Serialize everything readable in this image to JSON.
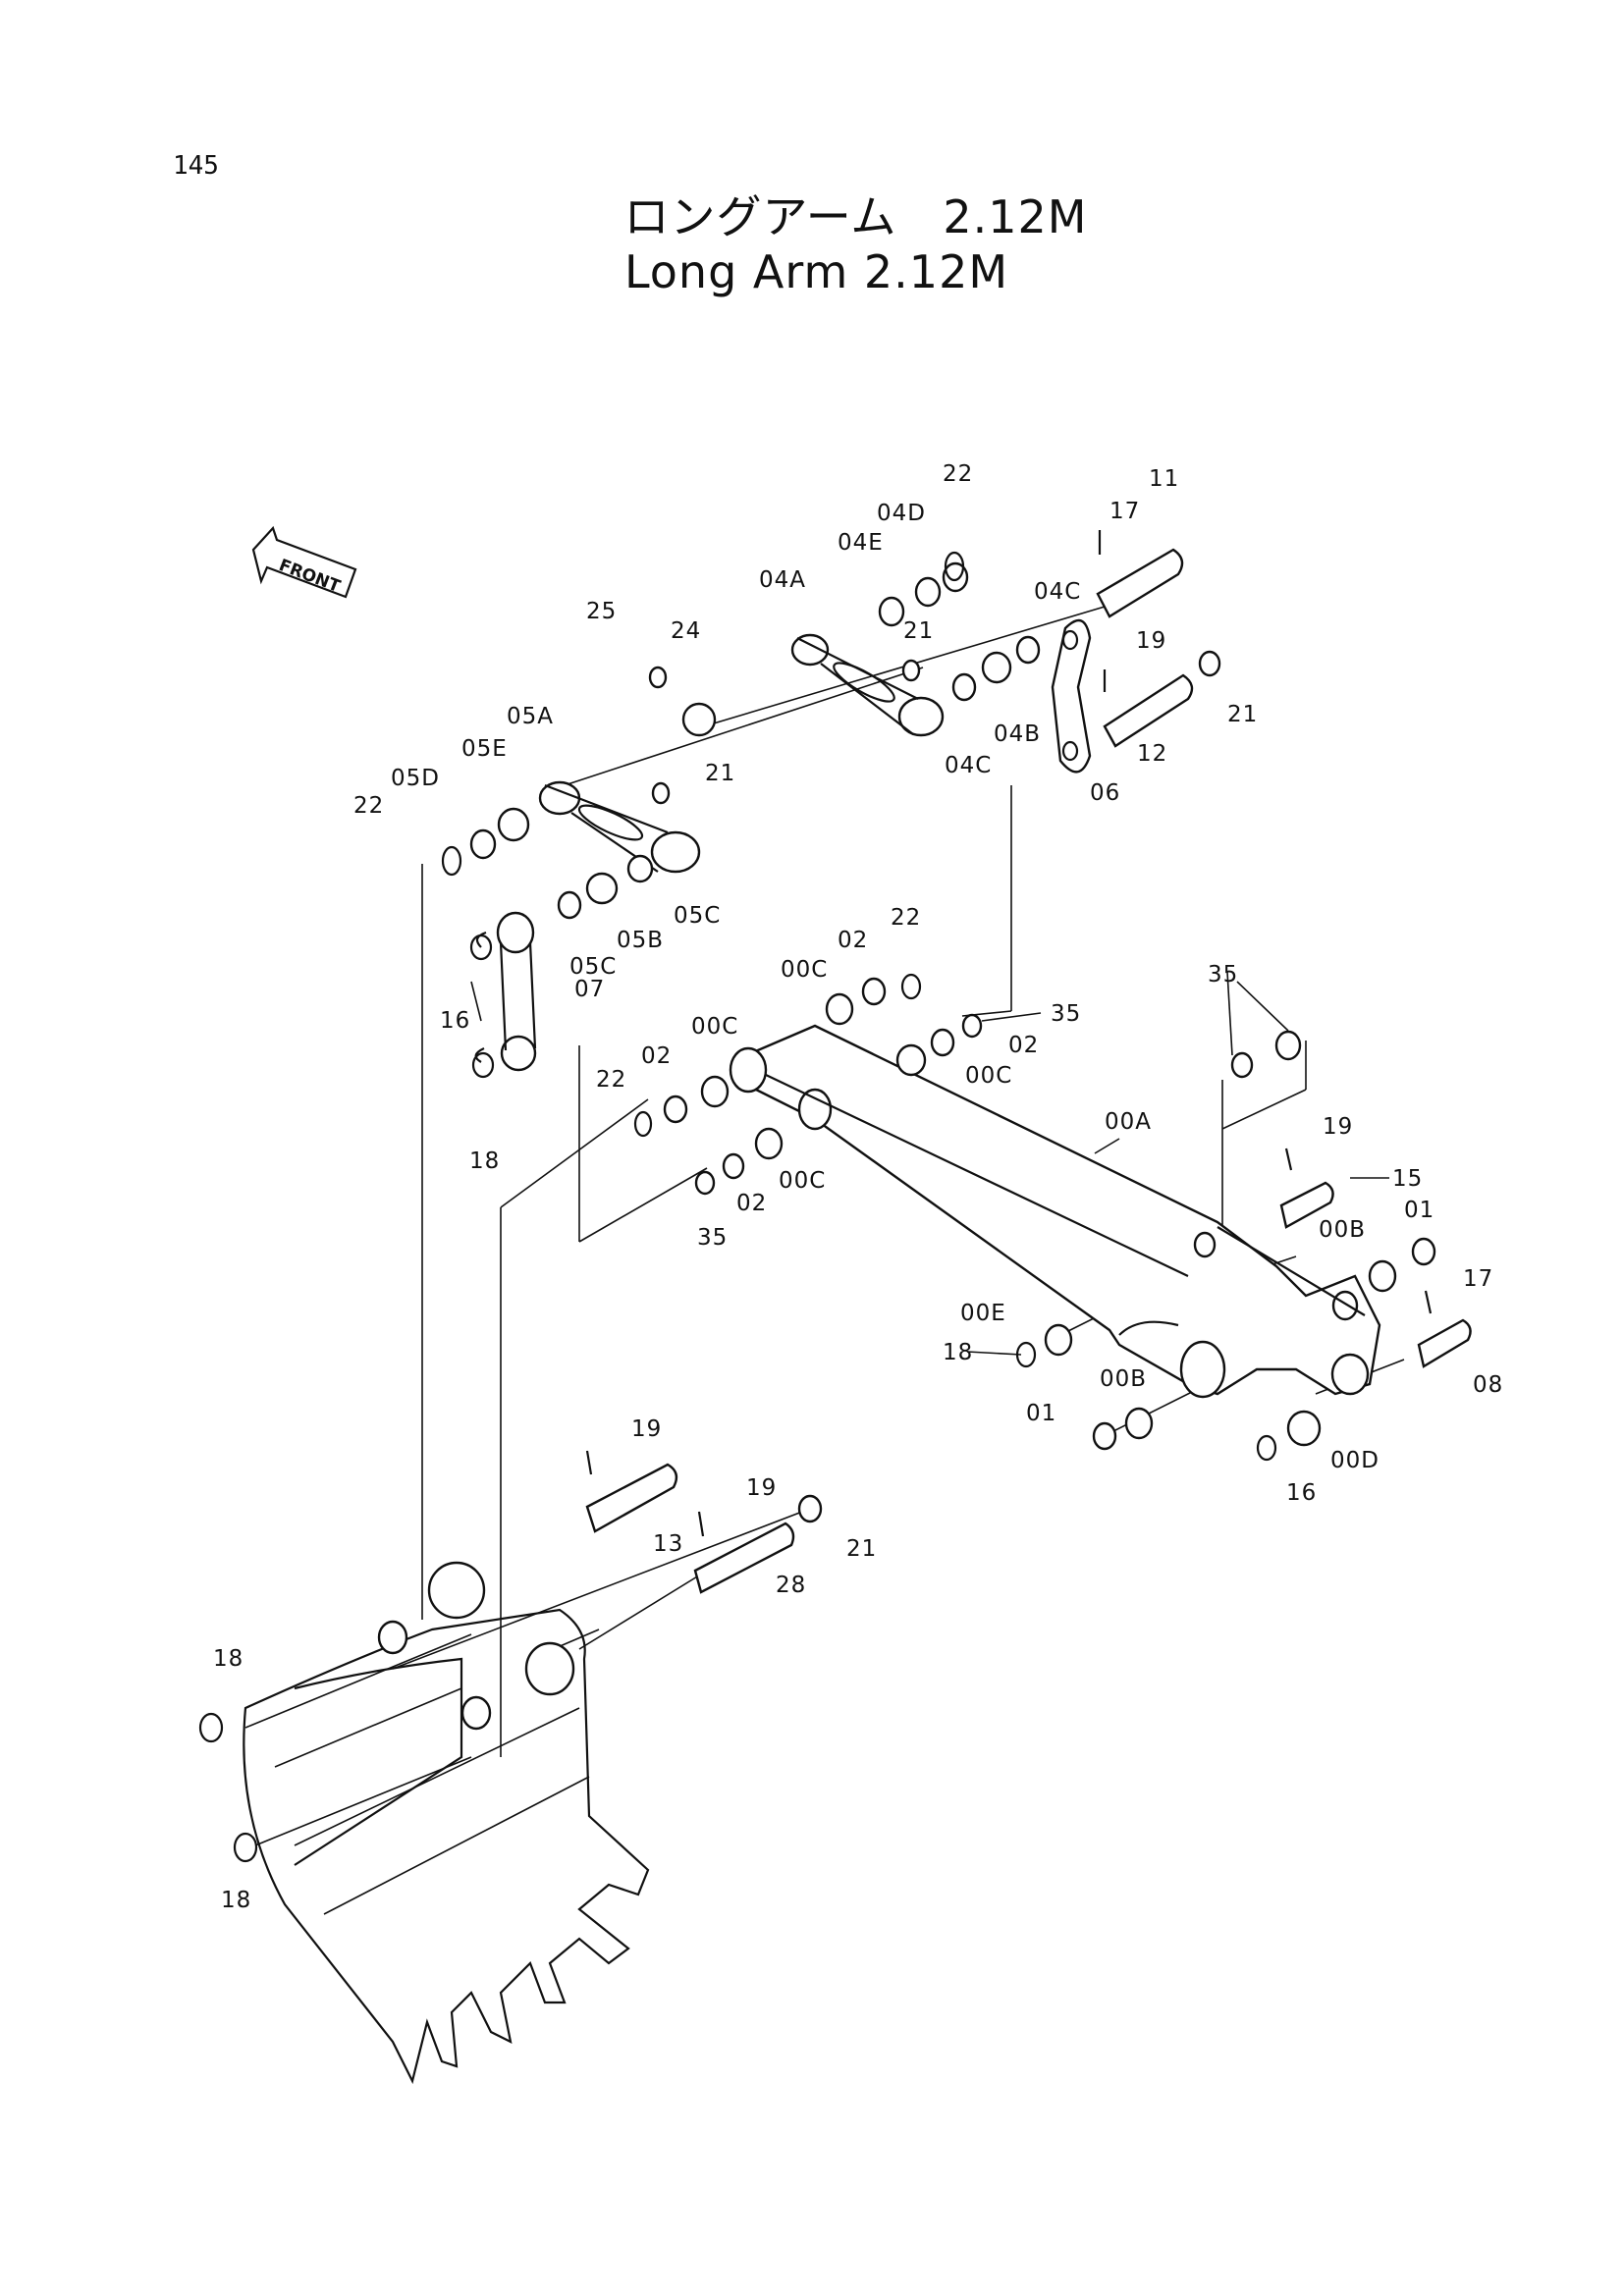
{
  "page_number": "145",
  "title_jp": "ロングアーム　2.12M",
  "title_en": "Long Arm 2.12M",
  "front_marker": "FRONT",
  "labels": {
    "l11": "11",
    "l17a": "17",
    "l22a": "22",
    "l04D": "04D",
    "l04E": "04E",
    "l04A": "04A",
    "l04C_top": "04C",
    "l19a": "19",
    "l21a": "21",
    "l21b": "21",
    "l25": "25",
    "l24": "24",
    "l05A": "05A",
    "l05E": "05E",
    "l05D": "05D",
    "l22b": "22",
    "l21c": "21",
    "l04B": "04B",
    "l04C_low": "04C",
    "l12": "12",
    "l06": "06",
    "l05C_a": "05C",
    "l05B": "05B",
    "l05C_b": "05C",
    "l07": "07",
    "l16a": "16",
    "l22c": "22",
    "l00C_a": "00C",
    "l02_a": "02",
    "l35a": "35",
    "l02_b": "02",
    "l00C_b": "00C",
    "l35b": "35",
    "l00C_c": "00C",
    "l02_c": "02",
    "l22d": "22",
    "l18a": "18",
    "l00A": "00A",
    "l19b": "19",
    "l15": "15",
    "l00C_d": "00C",
    "l02_d": "02",
    "l35c": "35",
    "l01a": "01",
    "l00B_a": "00B",
    "l17b": "17",
    "l08": "08",
    "l00E": "00E",
    "l18b": "18",
    "l00B_b": "00B",
    "l01b": "01",
    "l00D": "00D",
    "l16b": "16",
    "l19c": "19",
    "l13": "13",
    "l19d": "19",
    "l21d": "21",
    "l28": "28",
    "l18c": "18",
    "l18d": "18"
  }
}
